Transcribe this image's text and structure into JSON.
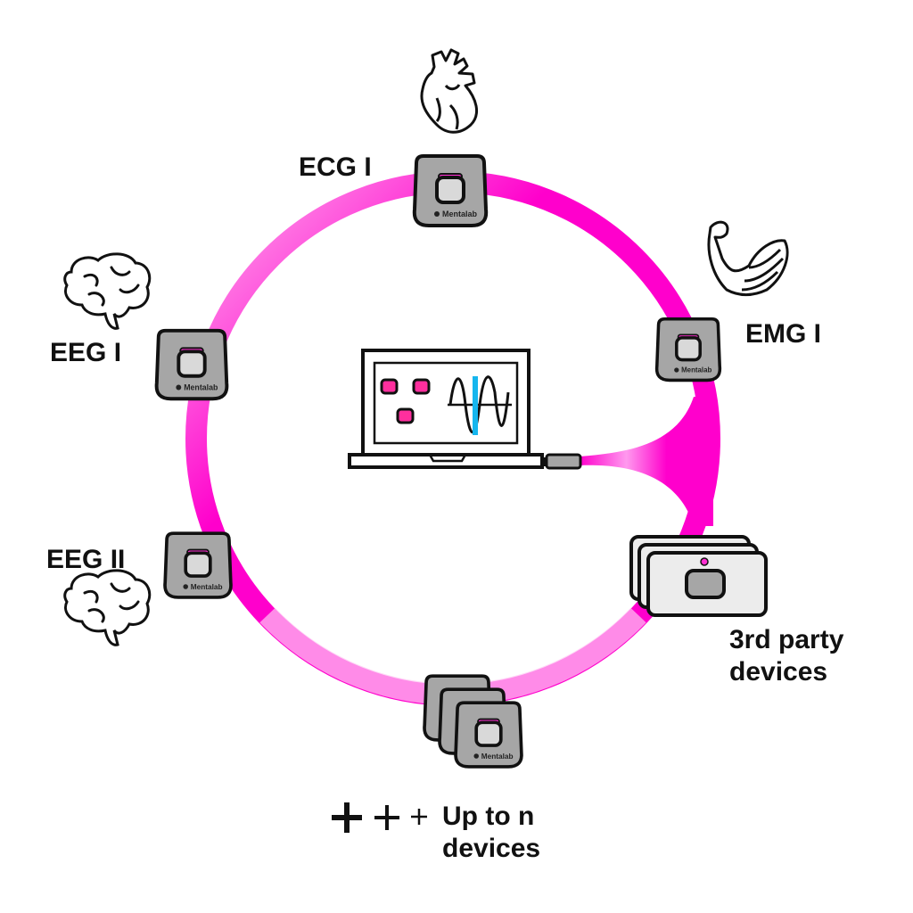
{
  "colors": {
    "ring": "#ff00cc",
    "ring_light": "#ffb3ef",
    "device_body": "#a6a6a6",
    "device_screen": "#d9d9d9",
    "accent_led": "#ff2fd2",
    "cursor": "#16b6ee",
    "third_party_body": "#ececec"
  },
  "labels": {
    "ecg": "ECG I",
    "emg": "EMG I",
    "eeg1": "EEG I",
    "eeg2": "EEG II",
    "third_party_line1": "3rd party",
    "third_party_line2": "devices",
    "upto_line1": "Up to n",
    "upto_line2": "devices"
  },
  "device_brand": "Mentalab",
  "icons": [
    "heart-icon",
    "flexed-arm-icon",
    "brain-icon",
    "laptop-icon",
    "plus-icon"
  ]
}
